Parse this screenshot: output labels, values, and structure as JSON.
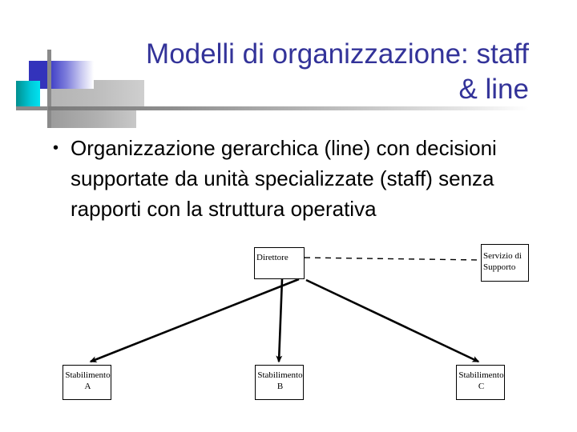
{
  "slide": {
    "title": "Modelli di organizzazione: staff\n& line",
    "title_color": "#333399",
    "background_color": "#ffffff"
  },
  "decoration": {
    "blue_square_color": "#3333bb",
    "teal_square_color": "#00c8d8",
    "bar_color": "#8a8a8a",
    "rule_color": "#9a9a9a"
  },
  "body": {
    "bullet_glyph": "•",
    "bullet_text": "Organizzazione gerarchica (line) con decisioni supportate da unità specializzate (staff) senza rapporti con la struttura operativa",
    "text_color": "#000000"
  },
  "diagram": {
    "line_color": "#000000",
    "nodes": [
      {
        "id": "direttore",
        "label": "Direttore"
      },
      {
        "id": "servizio",
        "label": "Servizio di\nSupporto"
      },
      {
        "id": "stab_a",
        "label": "Stabilimento\nA"
      },
      {
        "id": "stab_b",
        "label": "Stabilimento\nB"
      },
      {
        "id": "stab_c",
        "label": "Stabilimento\nC"
      }
    ],
    "connectors": [
      {
        "id": "direttore-servizio",
        "style": "dashed",
        "arrow": false
      },
      {
        "id": "direttore-stab-a",
        "style": "solid",
        "arrow": true
      },
      {
        "id": "direttore-stab-b",
        "style": "solid",
        "arrow": true
      },
      {
        "id": "direttore-stab-c",
        "style": "solid",
        "arrow": true
      }
    ]
  }
}
